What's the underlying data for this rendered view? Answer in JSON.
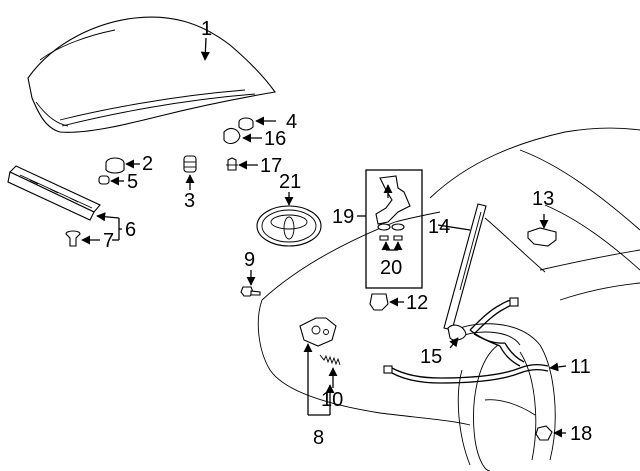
{
  "labels": {
    "p1": "1",
    "p2": "2",
    "p3": "3",
    "p4": "4",
    "p5": "5",
    "p6": "6",
    "p7": "7",
    "p8": "8",
    "p9": "9",
    "p10": "10",
    "p11": "11",
    "p12": "12",
    "p13": "13",
    "p14": "14",
    "p15": "15",
    "p16": "16",
    "p17": "17",
    "p18": "18",
    "p19": "19",
    "p20": "20",
    "p21": "21"
  }
}
